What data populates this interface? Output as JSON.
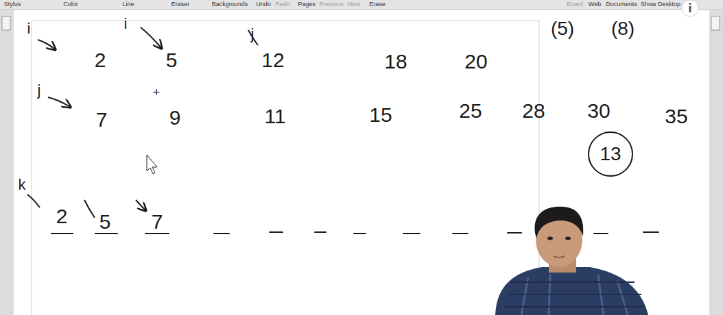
{
  "diagram": {
    "nodes": [
      {
        "text": [
          "13"
        ]
      }
    ],
    "labels": [
      "Stylus",
      "Color",
      "Line",
      "Eraser",
      "Backgrounds",
      "Undo",
      "Redo",
      "Pages",
      "Previous",
      "Next",
      "Erase",
      "Board",
      "Web",
      "Documents",
      "Show Desktop",
      "i",
      "i",
      "j",
      "(5)",
      "(8)",
      "2",
      "5",
      "12",
      "18",
      "20",
      "j",
      "+",
      "7",
      "9",
      "11",
      "15",
      "25",
      "28",
      "30",
      "35",
      "k",
      "2",
      "5",
      "7"
    ]
  }
}
